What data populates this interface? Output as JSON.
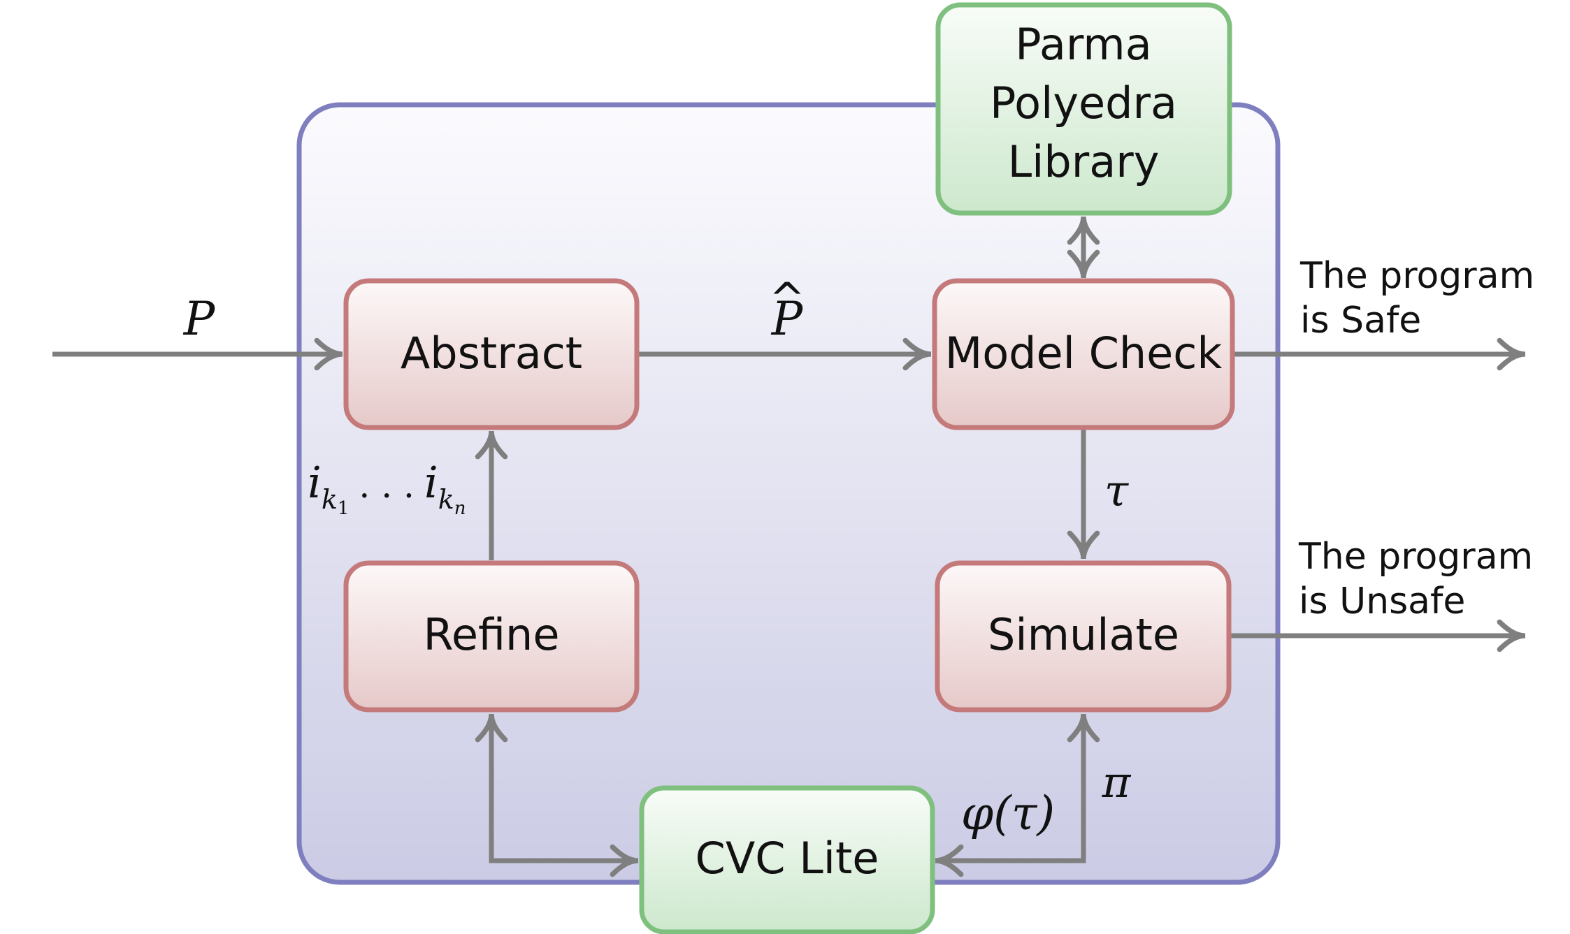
{
  "colors": {
    "container_border": "#7f7fc0",
    "red_border": "#c47a7a",
    "green_border": "#7fc07f",
    "arrow": "#7f7f7f"
  },
  "nodes": {
    "abstract": "Abstract",
    "model_check": "Model Check",
    "refine": "Refine",
    "simulate": "Simulate",
    "cvc_lite": "CVC Lite",
    "ppl_line1": "Parma",
    "ppl_line2": "Polyedra",
    "ppl_line3": "Library"
  },
  "labels": {
    "input": "P",
    "abstract_output": "P",
    "hat": "^",
    "predicates_i1": "i",
    "predicates_sub1_k": "k",
    "predicates_sub1_1": "1",
    "predicates_dots": ". . .",
    "predicates_i2": "i",
    "predicates_sub2_k": "k",
    "predicates_sub2_n": "n",
    "trace": "τ",
    "path": "π",
    "formula": "φ(τ)",
    "safe_line1": "The program",
    "safe_line2": "is Safe",
    "unsafe_line1": "The program",
    "unsafe_line2": "is Unsafe"
  }
}
